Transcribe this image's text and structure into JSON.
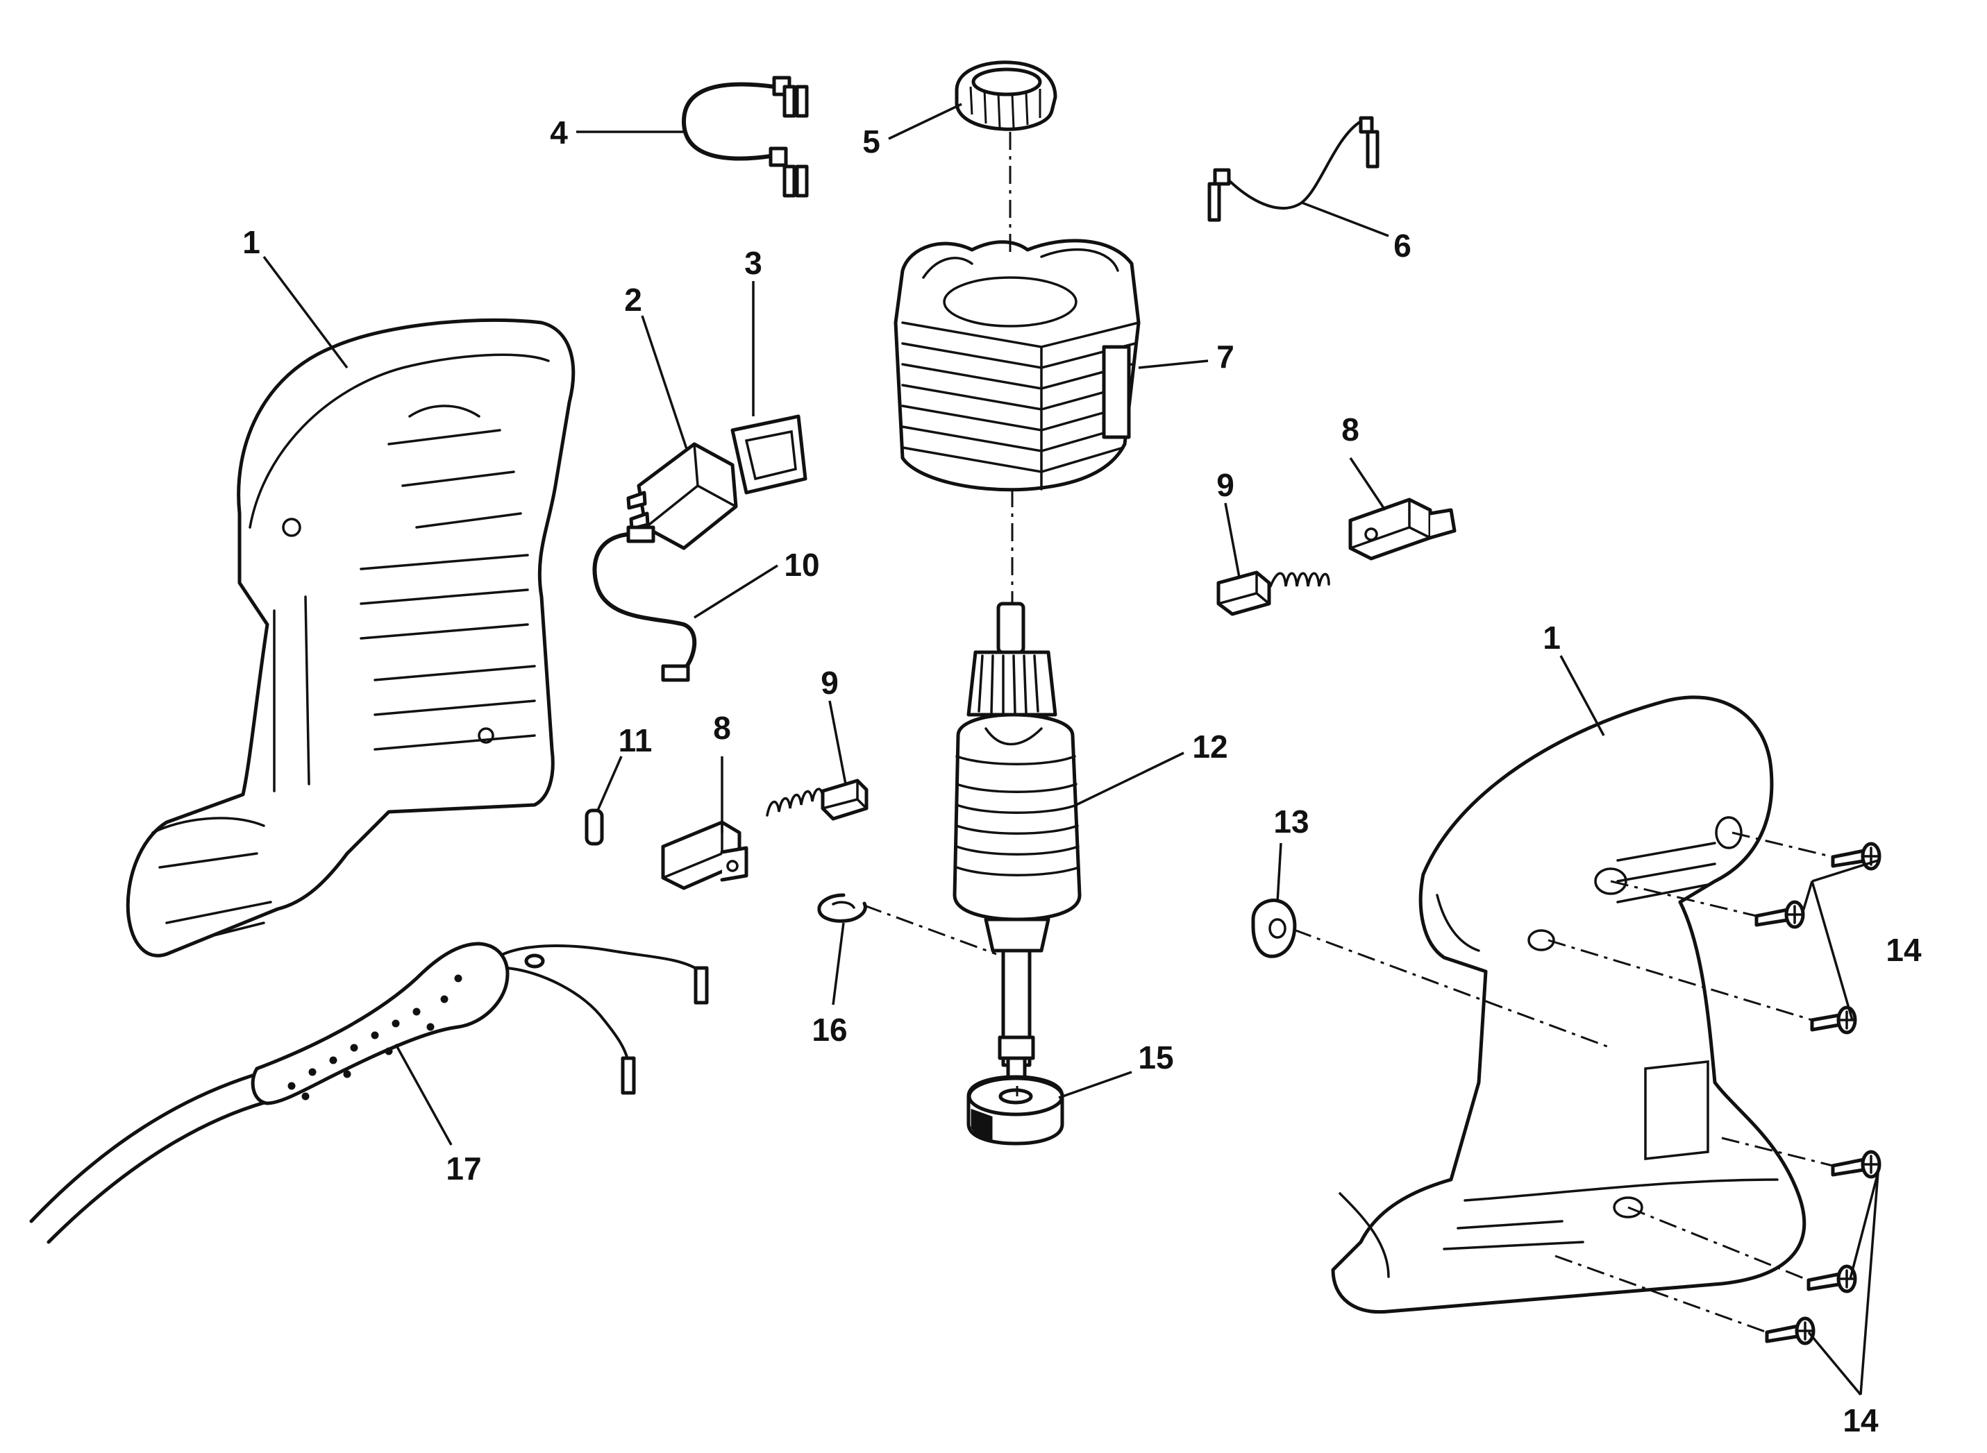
{
  "callouts": {
    "c1a": "1",
    "c1b": "1",
    "c2": "2",
    "c3": "3",
    "c4": "4",
    "c5": "5",
    "c6": "6",
    "c7": "7",
    "c8a": "8",
    "c8b": "8",
    "c9a": "9",
    "c9b": "9",
    "c10": "10",
    "c11": "11",
    "c12": "12",
    "c13": "13",
    "c14a": "14",
    "c14b": "14",
    "c15": "15",
    "c16": "16",
    "c17": "17"
  }
}
